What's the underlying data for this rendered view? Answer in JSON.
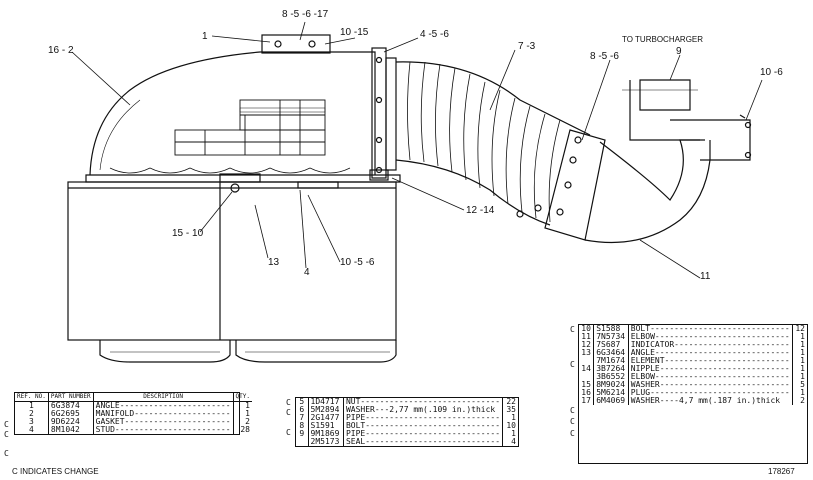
{
  "callouts": {
    "c1": "1",
    "c8_5_6_17": "8 -5 -6 -17",
    "c10_15": "10 -15",
    "c4_5_6": "4 -5 -6",
    "c16_2": "16 - 2",
    "c7_3": "7 -3",
    "turbo_label": "TO TURBOCHARGER",
    "c9": "9",
    "c8_5_6b": "8 -5 -6",
    "c10_6": "10 -6",
    "c12_14": "12 -14",
    "c15_10": "15 - 10",
    "c13": "13",
    "c4": "4",
    "c10_5_6": "10 -5 -6",
    "c11": "11"
  },
  "table1": {
    "headers": [
      "REF. NO.",
      "PART NUMBER",
      "DESCRIPTION",
      "QTY."
    ],
    "rows": [
      {
        "c": "C",
        "ref": "1",
        "part": "6G3874",
        "desc": "ANGLE-----------------------",
        "qty": "1"
      },
      {
        "c": "C",
        "ref": "2",
        "part": "6G2695",
        "desc": "MANIFOLD--------------------",
        "qty": "1"
      },
      {
        "c": "",
        "ref": "3",
        "part": "9D6224",
        "desc": "GASKET----------------------",
        "qty": "2"
      },
      {
        "c": "C",
        "ref": "4",
        "part": "8M1042",
        "desc": "STUD------------------------",
        "qty": "28"
      }
    ]
  },
  "table2": {
    "rows": [
      {
        "c": "C",
        "ref": "5",
        "part": "1D4717",
        "desc": "NUT-----------------------------",
        "qty": "22"
      },
      {
        "c": "C",
        "ref": "6",
        "part": "5M2894",
        "desc": "WASHER---2,77 mm(.109 in.)thick",
        "qty": "35"
      },
      {
        "c": "",
        "ref": "7",
        "part": "2G1477",
        "desc": "PIPE----------------------------",
        "qty": "1"
      },
      {
        "c": "C",
        "ref": "8",
        "part": "S1591",
        "desc": "BOLT----------------------------",
        "qty": "10"
      },
      {
        "c": "",
        "ref": "9",
        "part": "9M1869",
        "desc": "PIPE----------------------------",
        "qty": "1"
      },
      {
        "c": "",
        "ref": "",
        "part": "2M5173",
        "desc": "SEAL----------------------------",
        "qty": "4"
      }
    ]
  },
  "table3": {
    "rows": [
      {
        "c": "C",
        "ref": "10",
        "part": "S1588",
        "desc": "BOLT-----------------------------",
        "qty": "12"
      },
      {
        "c": "",
        "ref": "11",
        "part": "7N5734",
        "desc": "ELBOW----------------------------",
        "qty": "1"
      },
      {
        "c": "",
        "ref": "12",
        "part": "7S687",
        "desc": "INDICATOR------------------------",
        "qty": "1"
      },
      {
        "c": "C",
        "ref": "13",
        "part": "6G3464",
        "desc": "ANGLE----------------------------",
        "qty": "1"
      },
      {
        "c": "",
        "ref": "",
        "part": "7M1674",
        "desc": "ELEMENT--------------------------",
        "qty": "1"
      },
      {
        "c": "",
        "ref": "14",
        "part": "3B7264",
        "desc": "NIPPLE---------------------------",
        "qty": "1"
      },
      {
        "c": "",
        "ref": "",
        "part": "3B6552",
        "desc": "ELBOW----------------------------",
        "qty": "1"
      },
      {
        "c": "C",
        "ref": "15",
        "part": "8M9024",
        "desc": "WASHER---------------------------",
        "qty": "5"
      },
      {
        "c": "C",
        "ref": "16",
        "part": "5M6214",
        "desc": "PLUG-----------------------------",
        "qty": "1"
      },
      {
        "c": "C",
        "ref": "17",
        "part": "6M4069",
        "desc": "WASHER----4,7 mm(.187 in.)thick",
        "qty": "2"
      }
    ]
  },
  "legend": "C INDICATES CHANGE",
  "figure_number": "178267"
}
